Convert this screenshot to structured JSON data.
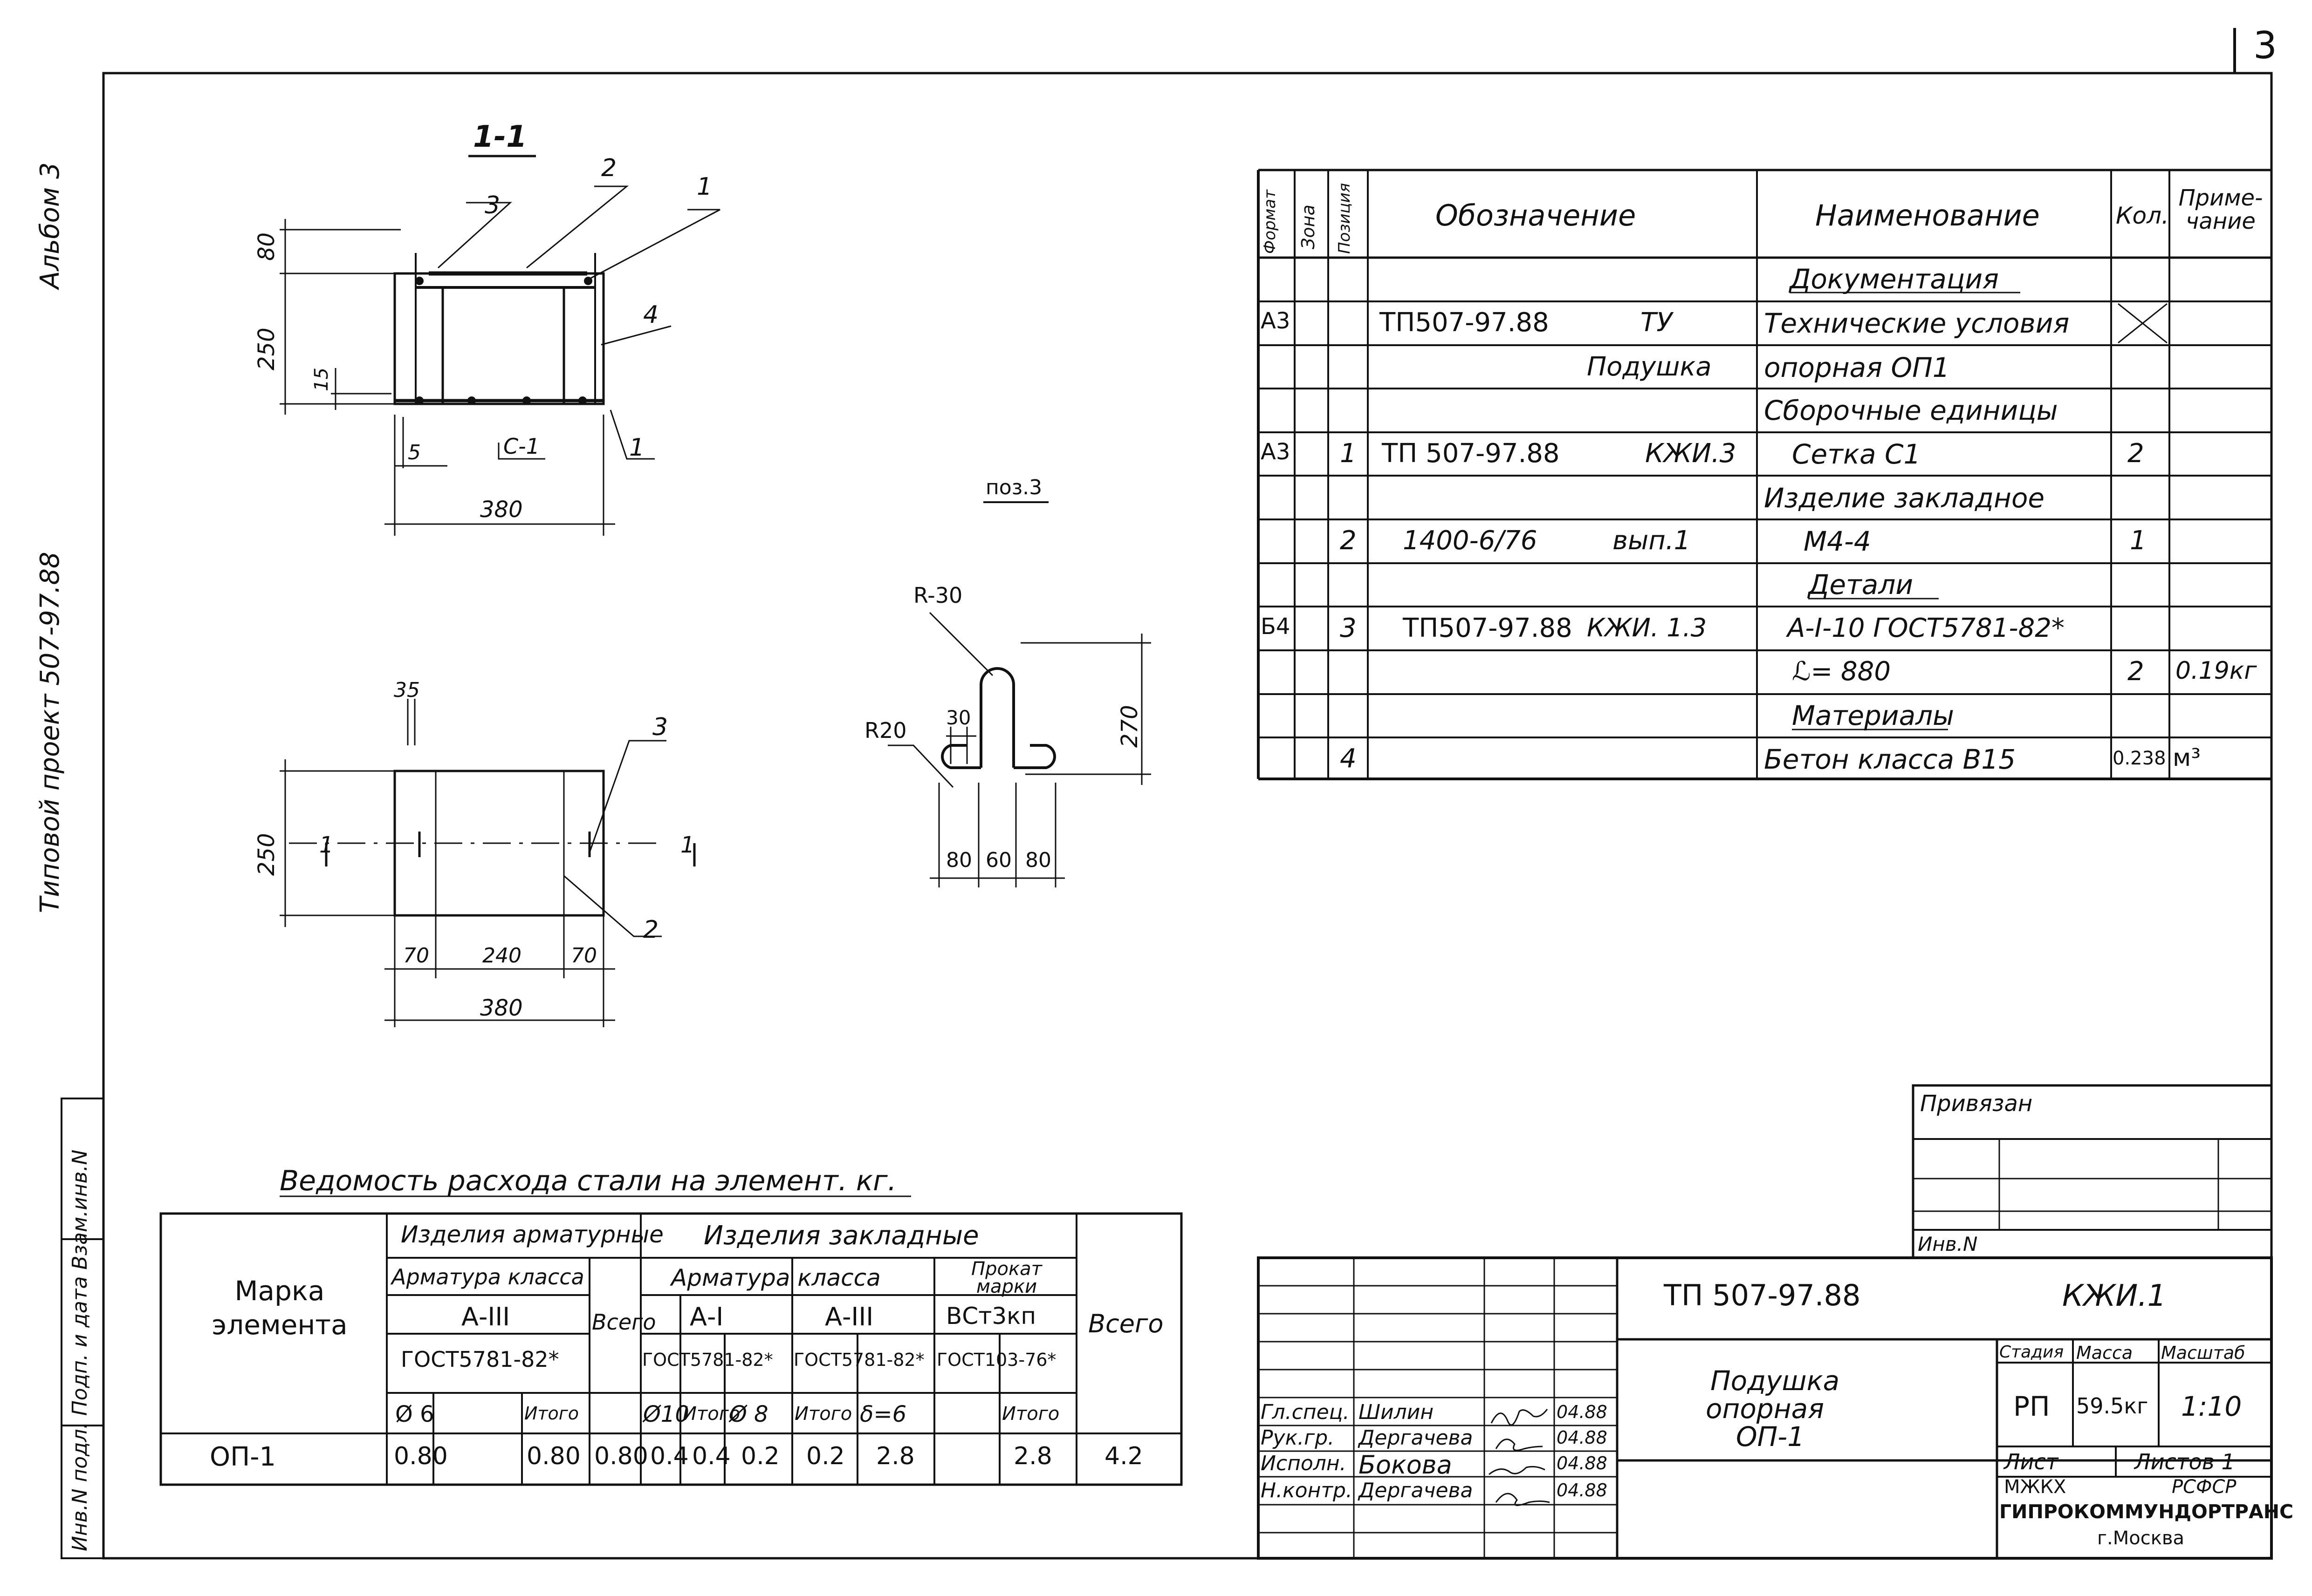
{
  "sheet_number": "3",
  "side_labels": {
    "album": "Альбом 3",
    "project": "Типовой проект 507-97.88",
    "inv_date": "Инв.N подл. Подп. и дата Взам.инв.N"
  },
  "drawing": {
    "section_title": "1-1",
    "dims_section": [
      "80",
      "250",
      "15",
      "5",
      "380"
    ],
    "section_callouts": [
      "2",
      "1",
      "3",
      "4",
      "С-1",
      "1"
    ],
    "plan_dims": [
      "35",
      "250",
      "70",
      "240",
      "70",
      "380"
    ],
    "plan_callouts": [
      "3",
      "2"
    ],
    "plan_cut_left": "1",
    "plan_cut_right": "1",
    "detail_title": "поз.3",
    "detail_dims": [
      "R-30",
      "R20",
      "30",
      "270",
      "80",
      "60",
      "80"
    ]
  },
  "spec_table": {
    "headers": [
      "Формат",
      "Зона",
      "Позиция",
      "Обозначение",
      "Наименование",
      "Кол.",
      "Приме-чание"
    ],
    "rows": [
      {
        "format": "",
        "zone": "",
        "pos": "",
        "designation": "",
        "designation2": "",
        "name": "Документация",
        "qty": "",
        "note": "",
        "section": true
      },
      {
        "format": "А3",
        "zone": "",
        "pos": "",
        "designation": "ТП507-97.88",
        "designation2": "ТУ",
        "name": "Технические условия",
        "qty": "",
        "note": ""
      },
      {
        "format": "",
        "zone": "",
        "pos": "",
        "designation": "",
        "designation2": "Подушка",
        "name": "опорная ОП1",
        "qty": "",
        "note": ""
      },
      {
        "format": "",
        "zone": "",
        "pos": "",
        "designation": "",
        "designation2": "",
        "name": "Сборочные единицы",
        "qty": "",
        "note": ""
      },
      {
        "format": "А3",
        "zone": "",
        "pos": "1",
        "designation": "ТП 507-97.88",
        "designation2": "КЖИ.3",
        "name": "Сетка С1",
        "qty": "2",
        "note": ""
      },
      {
        "format": "",
        "zone": "",
        "pos": "",
        "designation": "",
        "designation2": "",
        "name": "Изделие закладное",
        "qty": "",
        "note": ""
      },
      {
        "format": "",
        "zone": "",
        "pos": "2",
        "designation": "1400-6/76",
        "designation2": "вып.1",
        "name": "М4-4",
        "qty": "1",
        "note": ""
      },
      {
        "format": "",
        "zone": "",
        "pos": "",
        "designation": "",
        "designation2": "",
        "name": "Детали",
        "qty": "",
        "note": "",
        "section": true
      },
      {
        "format": "Б4",
        "zone": "",
        "pos": "3",
        "designation": "ТП507-97.88",
        "designation2": "КЖИ. 1.3",
        "name": "А-I-10 ГОСТ5781-82*",
        "qty": "",
        "note": ""
      },
      {
        "format": "",
        "zone": "",
        "pos": "",
        "designation": "",
        "designation2": "",
        "name": "ℒ= 880",
        "qty": "2",
        "note": "0.19кг"
      },
      {
        "format": "",
        "zone": "",
        "pos": "",
        "designation": "",
        "designation2": "",
        "name": "Материалы",
        "qty": "",
        "note": "",
        "section": true
      },
      {
        "format": "",
        "zone": "",
        "pos": "4",
        "designation": "",
        "designation2": "",
        "name": "Бетон класса В15",
        "qty": "0.238",
        "note": "м³"
      }
    ]
  },
  "steel_table": {
    "title": "Ведомость расхода стали на элемент. кг.",
    "h_mark": "Марка элемента",
    "h_rebar_items": "Изделия арматурные",
    "h_embedded": "Изделия закладные",
    "h_rebar_class": "Арматура класса",
    "h_rebar_class2": "Арматура класса",
    "h_rolled": "Прокат марки",
    "h_a3": "А-III",
    "h_a1": "А-I",
    "h_a3b": "А-III",
    "h_vst": "ВСт3кп",
    "h_gost1": "ГОСТ5781-82*",
    "h_gost2": "ГОСТ5781-82*",
    "h_gost3": "ГОСТ5781-82*",
    "h_gost4": "ГОСТ103-76*",
    "h_total1": "Всего",
    "h_total2": "Всего",
    "h_d6": "Ø 6",
    "h_itogo1": "Итого",
    "h_d10": "Ø10",
    "h_itogo2": "Итого",
    "h_d8": "Ø 8",
    "h_itogo3": "Итого",
    "h_s6": "δ=6",
    "h_itogo4": "Итого",
    "row": {
      "mark": "ОП-1",
      "v1": "0.80",
      "v2": "0.80",
      "v3": "0.80",
      "v4": "0.4",
      "v5": "0.4",
      "v6": "0.2",
      "v7": "0.2",
      "v8": "2.8",
      "v9": "2.8",
      "v10": "4.2"
    }
  },
  "title_block": {
    "privyazan": "Привязан",
    "inv": "Инв.N",
    "code": "ТП 507-97.88",
    "sheet_code": "КЖИ.1",
    "name1": "Подушка",
    "name2": "опорная",
    "name3": "ОП-1",
    "h_stage": "Стадия",
    "h_mass": "Масса",
    "h_scale": "Масштаб",
    "stage": "РП",
    "mass": "59.5кг",
    "scale": "1:10",
    "list": "Лист",
    "lists": "Листов 1",
    "org1": "МЖКХ",
    "org2": "РСФСР",
    "org3": "ГИПРОКОММУНДОРТРАНС",
    "city": "г.Москва",
    "signers": [
      {
        "role": "Гл.спец.",
        "name": "Шилин",
        "date": "04.88"
      },
      {
        "role": "Рук.гр.",
        "name": "Дергачева",
        "date": "04.88"
      },
      {
        "role": "Исполн.",
        "name": "Бокова",
        "date": "04.88"
      },
      {
        "role": "Н.контр.",
        "name": "Дергачева",
        "date": "04.88"
      }
    ]
  }
}
